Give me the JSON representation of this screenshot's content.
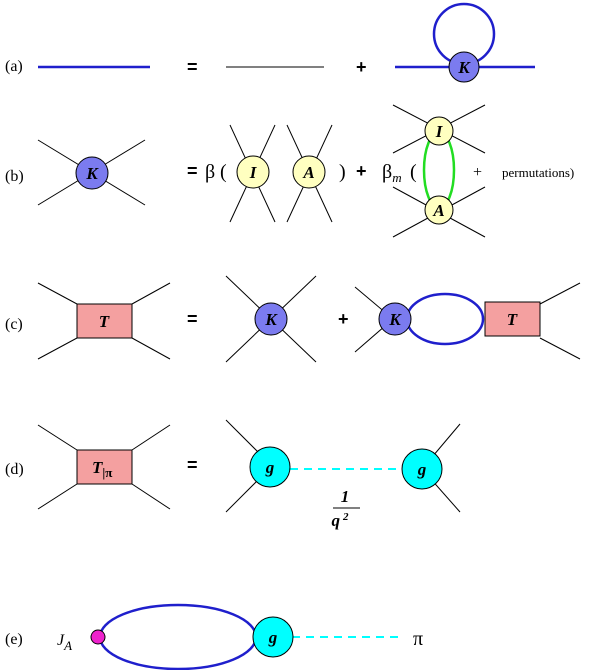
{
  "colors": {
    "propagator_blue": "#1f1fcc",
    "kernel_fill": "#7b7bef",
    "vertex_yellow": "#ffffc0",
    "loop_green": "#22dd22",
    "tmatrix_fill": "#f4a0a0",
    "coupling_cyan": "#00ffff",
    "source_magenta": "#ee22cc",
    "line_black": "#000000"
  },
  "rows": {
    "a": {
      "label": "(a)",
      "eq": "=",
      "plus": "+",
      "kernel": "K"
    },
    "b": {
      "label": "(b)",
      "kernel": "K",
      "eq": "=",
      "beta": "β",
      "lparen1": "(",
      "vertex_i": "I",
      "vertex_a": "A",
      "rparen1": ")",
      "plus": "+",
      "beta_m": "β",
      "beta_m_sub": "m",
      "lparen2": "(",
      "plus2": "+",
      "permutations": "permutations)"
    },
    "c": {
      "label": "(c)",
      "t": "T",
      "eq": "=",
      "kernel": "K",
      "plus": "+",
      "kernel2": "K",
      "t2": "T"
    },
    "d": {
      "label": "(d)",
      "t": "T",
      "t_sub": "|π",
      "eq": "=",
      "coupling": "g",
      "coupling2": "g",
      "num": "1",
      "den": "q",
      "den_exp": "2"
    },
    "e": {
      "label": "(e)",
      "source": "J",
      "source_sub": "A",
      "coupling": "g",
      "pion": "π"
    }
  }
}
